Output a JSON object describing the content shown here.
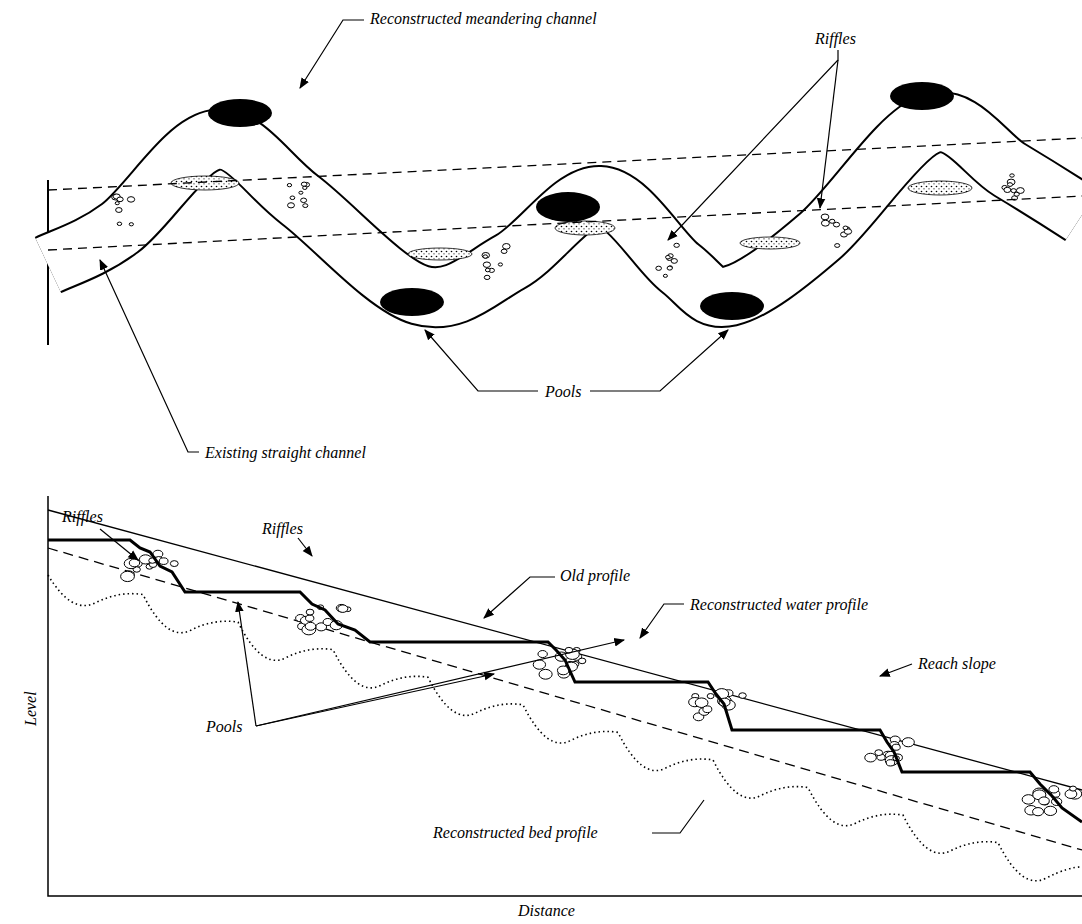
{
  "diagram": {
    "labels": [
      "Reconstructed meandering channel",
      "Riffles",
      "Pools",
      "Existing straight channel",
      "Riffles",
      "Riffles",
      "Old profile",
      "Reconstructed water profile",
      "Reach slope",
      "Pools",
      "Reconstructed bed profile",
      "Level",
      "Distance"
    ]
  }
}
